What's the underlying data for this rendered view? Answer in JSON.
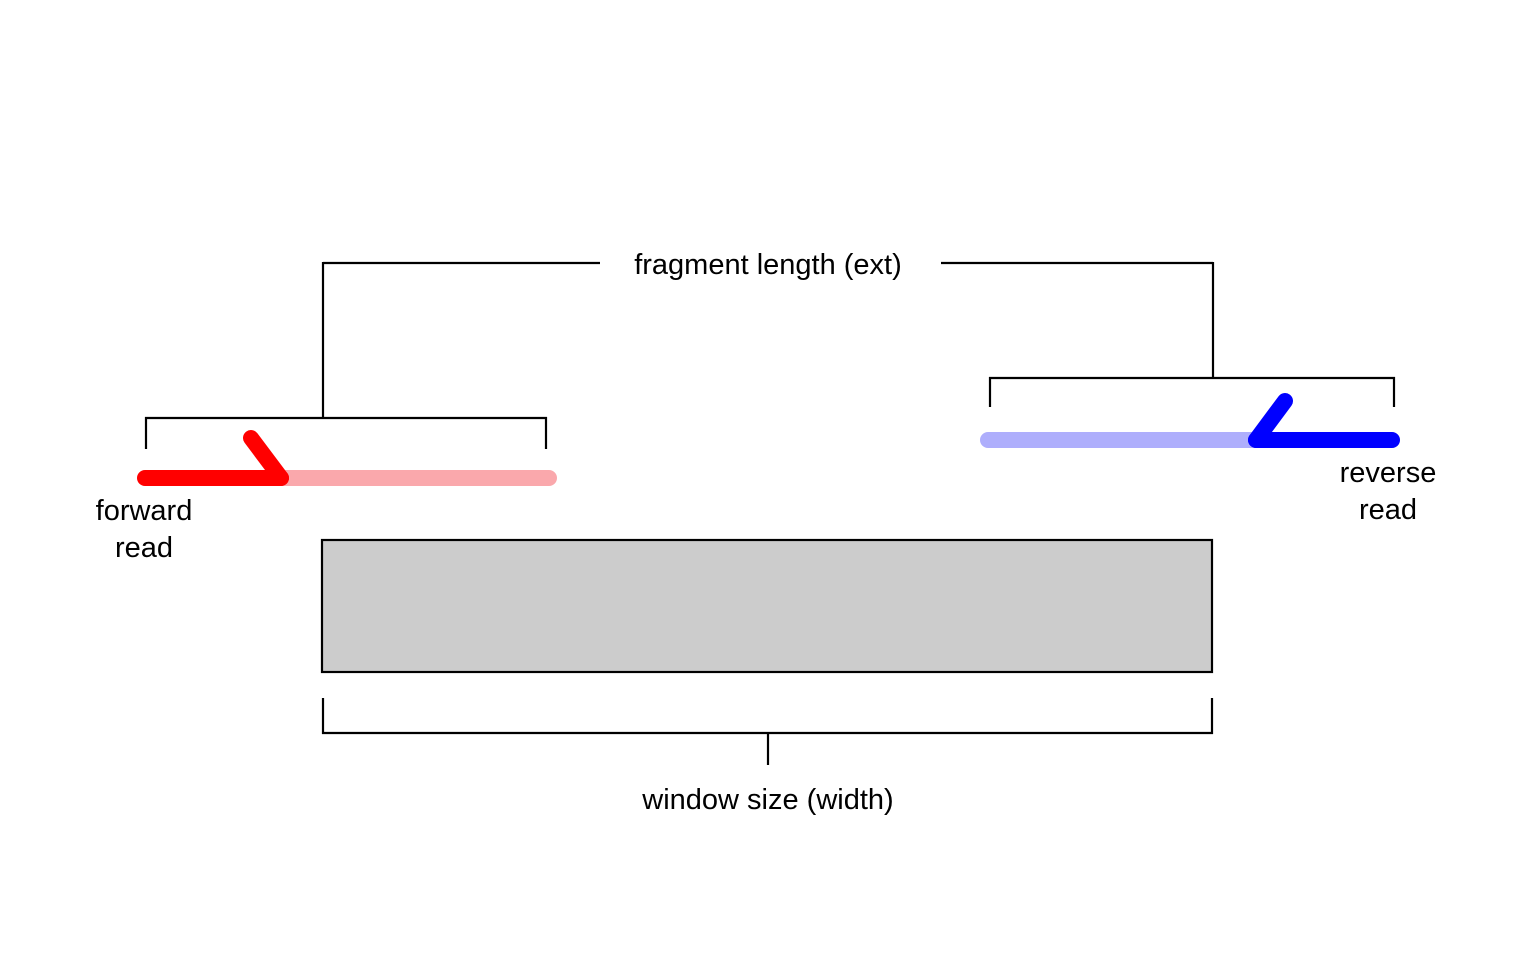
{
  "diagram": {
    "title": "Paired-end read fragment and window size schematic",
    "background_color": "#ffffff",
    "labels": {
      "fragment_length": "fragment length (ext)",
      "window_size": "window size (width)",
      "forward_read_line1": "forward",
      "forward_read_line2": "read",
      "reverse_read_line1": "reverse",
      "reverse_read_line2": "read"
    },
    "colors": {
      "forward_read": "#FF0000",
      "forward_extension": "#FAA8AC",
      "reverse_read": "#0000FF",
      "reverse_extension": "#AEAEFC",
      "window_fill": "#CCCCCC",
      "window_stroke": "#000000",
      "bracket_stroke": "#000000",
      "text": "#000000"
    },
    "elements": {
      "forward_read_arrow": "forward-strand-read-arrow-pointing-right",
      "forward_extension_bar": "forward-read-extension-to-fragment-length",
      "reverse_read_arrow": "reverse-strand-read-arrow-pointing-left",
      "reverse_extension_bar": "reverse-read-extension-to-fragment-length",
      "window_box": "counting-window-rectangle",
      "fragment_bracket": "fragment-length-span-bracket",
      "forward_read_bracket": "forward-read-span-bracket",
      "reverse_read_bracket": "reverse-read-span-bracket",
      "window_bracket": "window-size-span-bracket"
    }
  }
}
